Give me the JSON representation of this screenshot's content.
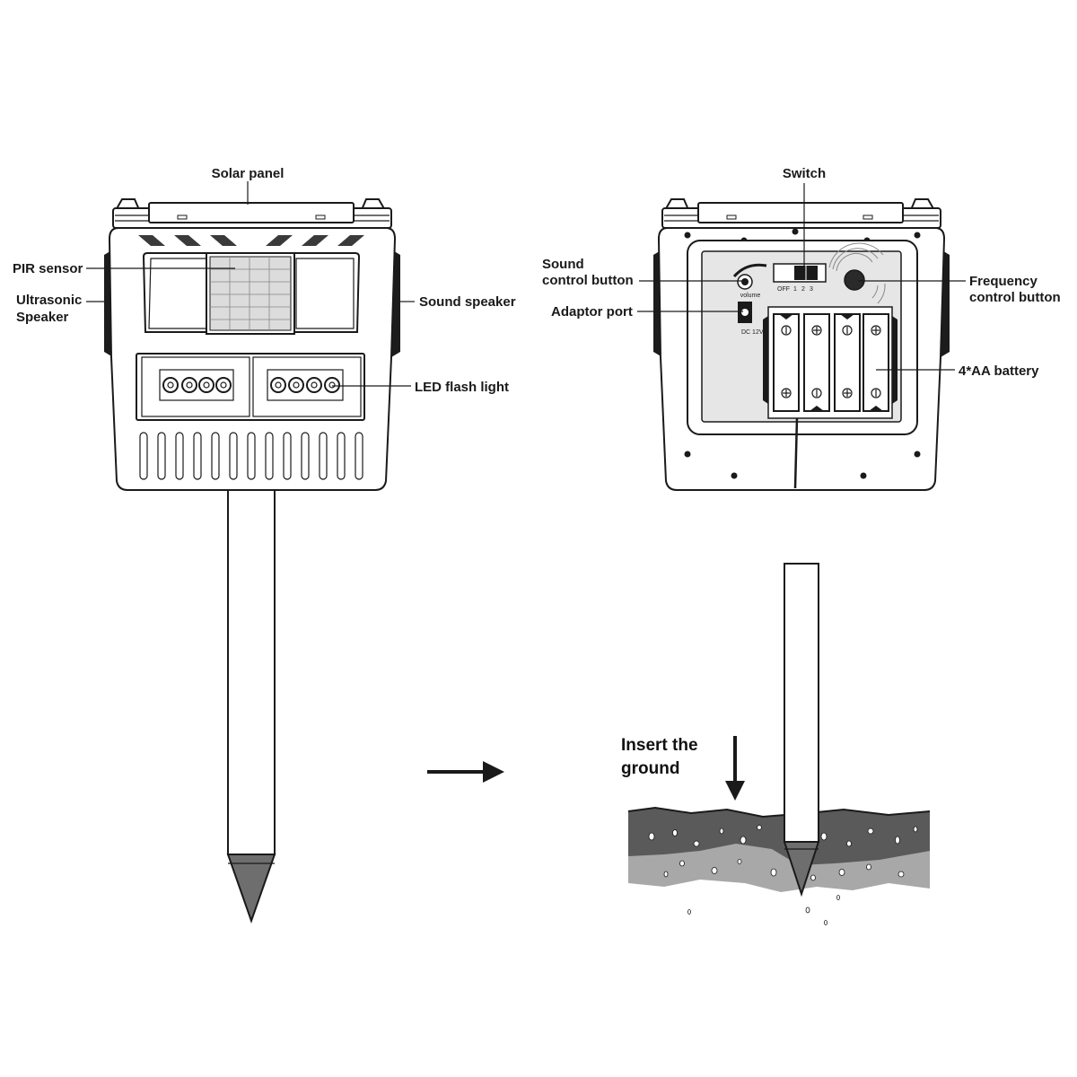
{
  "front_labels": {
    "solar_panel": "Solar panel",
    "pir_sensor": "PIR sensor",
    "ultrasonic_line1": "Ultrasonic",
    "ultrasonic_line2": "Speaker",
    "sound_speaker": "Sound speaker",
    "led_flash_light": "LED flash light"
  },
  "back_labels": {
    "switch": "Switch",
    "sound_control_line1": "Sound",
    "sound_control_line2": "control button",
    "adaptor_port": "Adaptor port",
    "frequency_line1": "Frequency",
    "frequency_line2": "control button",
    "battery": "4*AA battery"
  },
  "panel_markings": {
    "volume": "volume",
    "switch_off": "OFF",
    "switch_1": "1",
    "switch_2": "2",
    "switch_3": "3",
    "dc": "DC 12V"
  },
  "install": {
    "line1": "Insert the",
    "line2": "ground"
  },
  "colors": {
    "outline": "#1a1a1a",
    "soil_dark": "#5a5a5a",
    "soil_light": "#a8a8a8",
    "speaker_black": "#1c1c1c",
    "panel_grey": "#e6e6e6"
  }
}
